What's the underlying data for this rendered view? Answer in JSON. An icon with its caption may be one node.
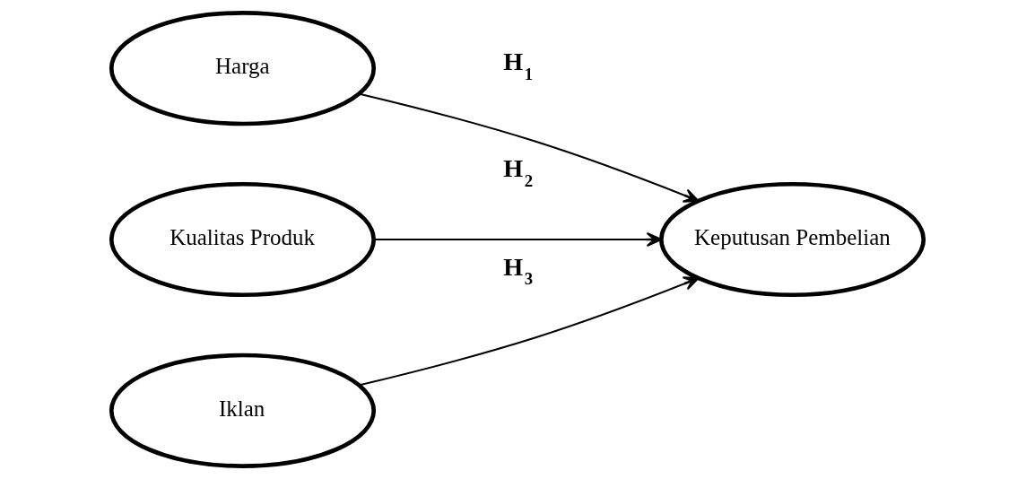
{
  "diagram": {
    "nodes": [
      {
        "text": [
          "Harga"
        ]
      },
      {
        "text": [
          "Kualitas Produk"
        ]
      },
      {
        "text": [
          "Iklan"
        ]
      },
      {
        "text": [
          "Keputusan Pembelian"
        ]
      }
    ],
    "edges": [
      {
        "from": 0,
        "to": 3,
        "arrow": "to",
        "label": "**H$_{1}$**"
      },
      {
        "from": 1,
        "to": 3,
        "arrow": "to",
        "label": "**H$_{2}$**"
      },
      {
        "from": 2,
        "to": 3,
        "arrow": "to",
        "label": "**H$_{3}$**"
      }
    ]
  }
}
